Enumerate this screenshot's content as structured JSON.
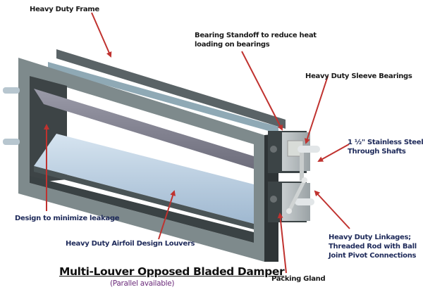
{
  "diagram": {
    "title": "Multi-Louver Opposed Bladed Damper",
    "subtitle": "(Parallel available)",
    "callouts": [
      {
        "id": "frame",
        "label": "Heavy Duty Frame"
      },
      {
        "id": "standoff",
        "label": "Bearing Standoff to reduce heat\nloading on bearings"
      },
      {
        "id": "sleeve-bearings",
        "label": "Heavy Duty Sleeve Bearings"
      },
      {
        "id": "shafts",
        "label": "1 ½\" Stainless Steel\nThrough Shafts"
      },
      {
        "id": "leakage",
        "label": "Design to minimize leakage"
      },
      {
        "id": "louvers",
        "label": "Heavy Duty Airfoil Design Louvers"
      },
      {
        "id": "linkages",
        "label": "Heavy Duty Linkages;\nThreaded Rod with Ball\nJoint Pivot Connections"
      },
      {
        "id": "packing-gland",
        "label": "Packing Gland"
      }
    ],
    "colors": {
      "arrow": "#c0322f",
      "frame_face": "#7e8a8c",
      "frame_dark": "#3d4446",
      "blade": "#b9cfe3",
      "title_text": "#111111",
      "subtitle_text": "#6b2a7a"
    }
  }
}
